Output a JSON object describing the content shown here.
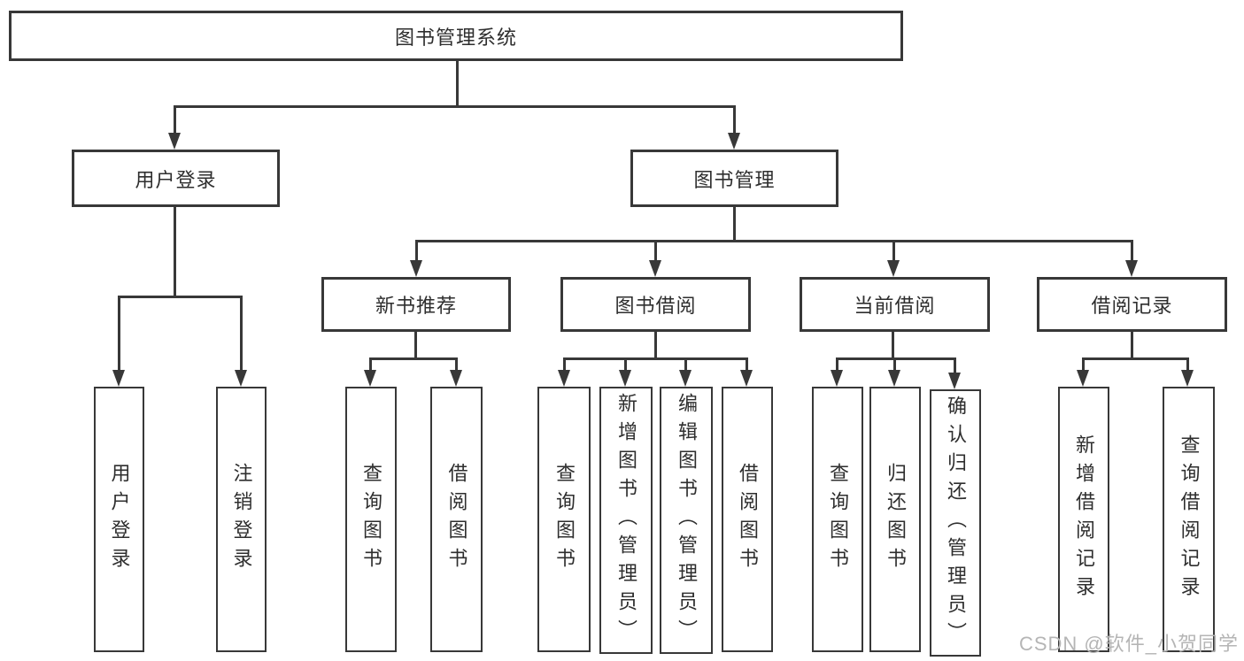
{
  "tree": {
    "root": {
      "label": "图书管理系统",
      "children": [
        {
          "label": "用户登录",
          "children": [
            {
              "label": "用户登录"
            },
            {
              "label": "注销登录"
            }
          ]
        },
        {
          "label": "图书管理",
          "children": [
            {
              "label": "新书推荐",
              "children": [
                {
                  "label": "查询图书"
                },
                {
                  "label": "借阅图书"
                }
              ]
            },
            {
              "label": "图书借阅",
              "children": [
                {
                  "label": "查询图书"
                },
                {
                  "label": "新增图书（管理员）"
                },
                {
                  "label": "编辑图书（管理员）"
                },
                {
                  "label": "借阅图书"
                }
              ]
            },
            {
              "label": "当前借阅",
              "children": [
                {
                  "label": "查询图书"
                },
                {
                  "label": "归还图书"
                },
                {
                  "label": "确认归还（管理员）"
                }
              ]
            },
            {
              "label": "借阅记录",
              "children": [
                {
                  "label": "新增借阅记录"
                },
                {
                  "label": "查询借阅记录"
                }
              ]
            }
          ]
        }
      ]
    }
  },
  "watermark": {
    "text": "CSDN @软件_小贺同学",
    "color": "#b5b5b5"
  },
  "style": {
    "line_color": "#383838",
    "box_border_color": "#383838",
    "text_color": "#2e2e2e",
    "background": "#ffffff"
  }
}
